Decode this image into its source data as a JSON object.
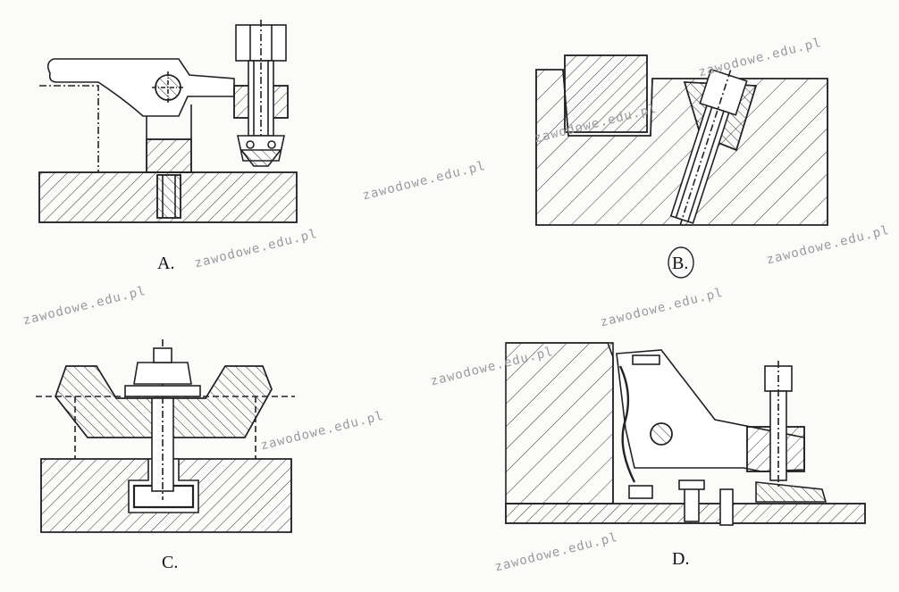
{
  "figure": {
    "labels": {
      "a": "A.",
      "b": "B.",
      "c": "C.",
      "d": "D."
    },
    "watermark": "zawodowe.edu.pl"
  }
}
